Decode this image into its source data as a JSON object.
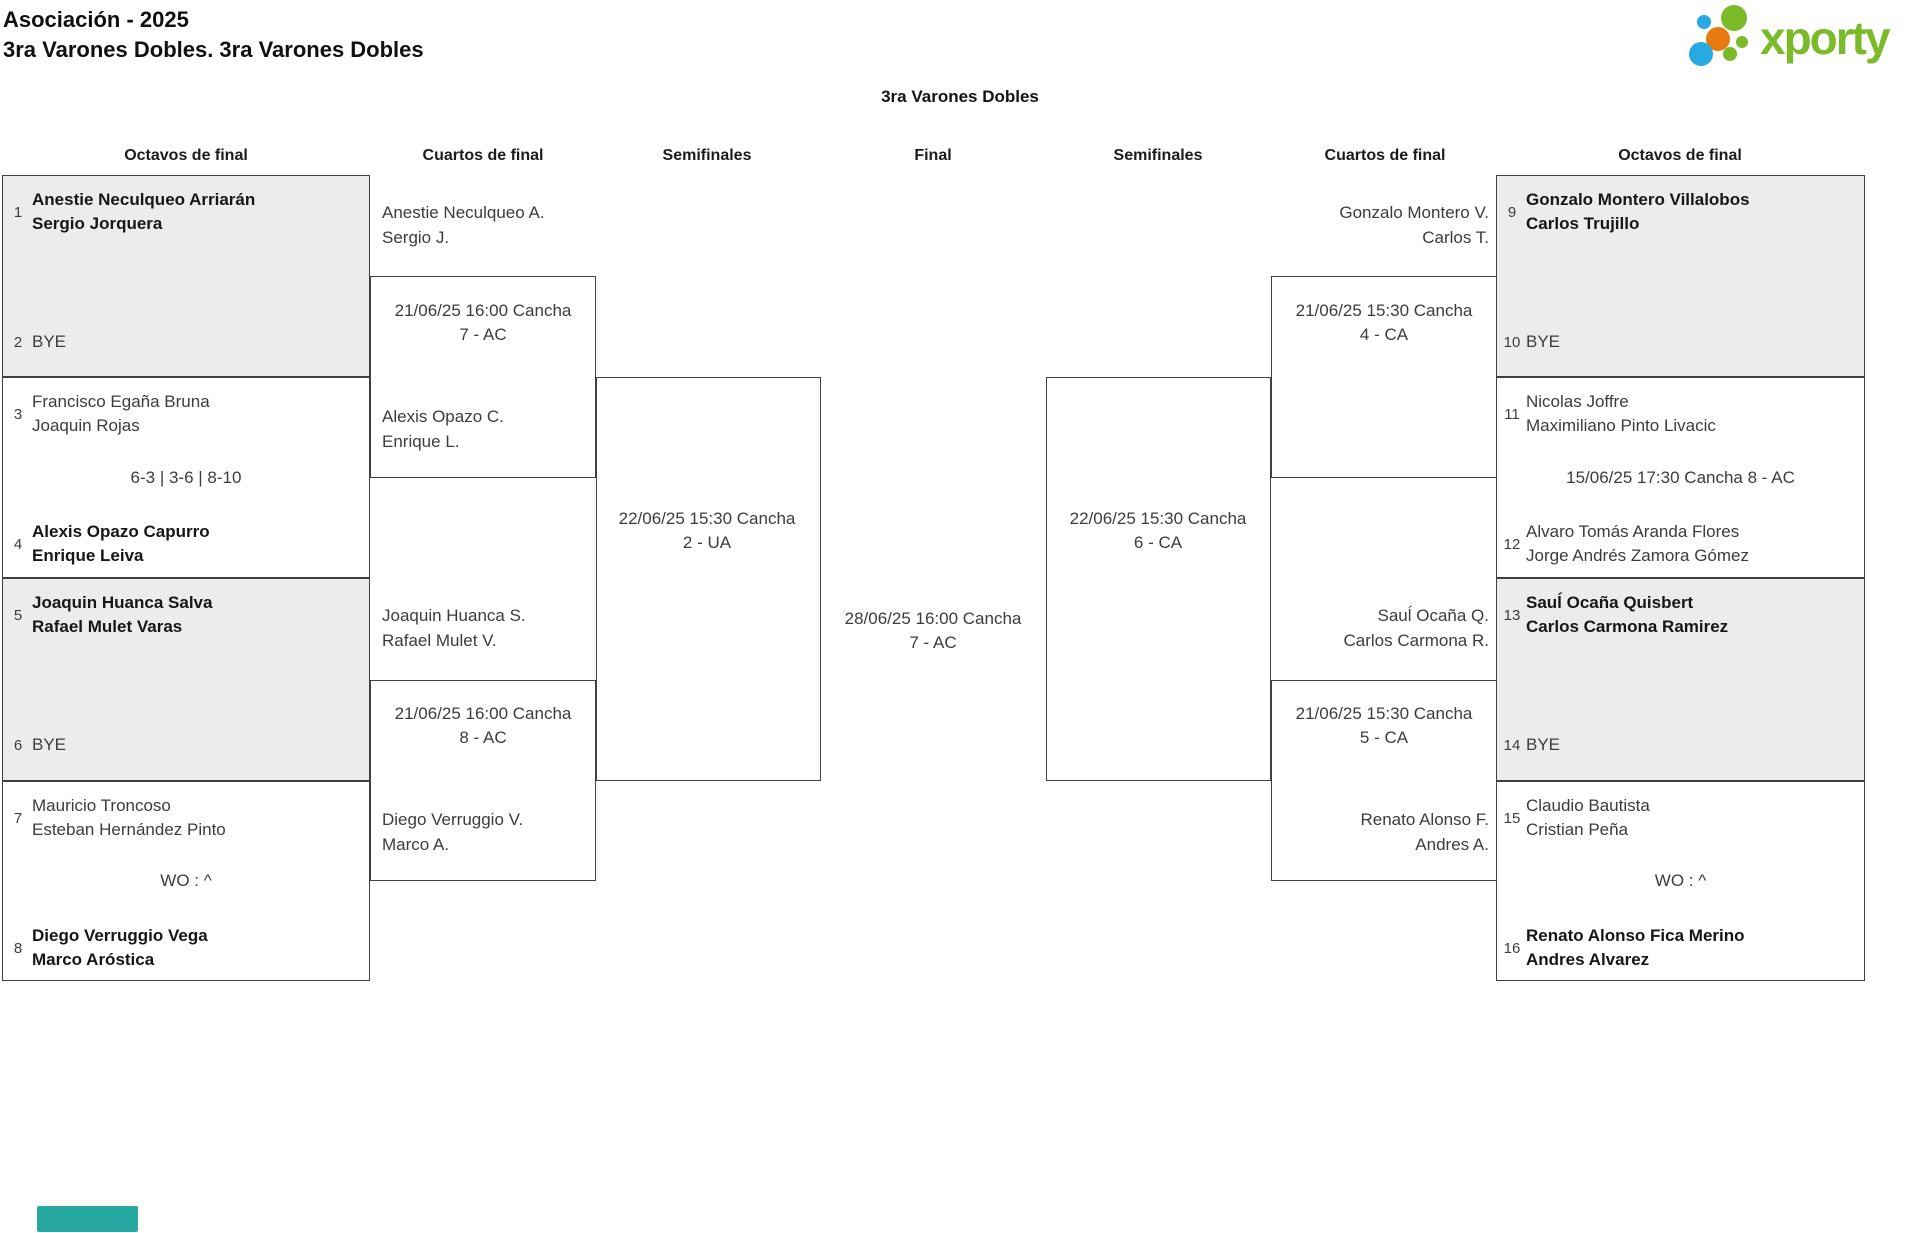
{
  "header": {
    "title_line1": "Asociación - 2025",
    "title_line2": "3ra Varones Dobles. 3ra Varones Dobles"
  },
  "logo": {
    "text": "xporty",
    "green": "#7bba28",
    "blue": "#29a9e1",
    "orange": "#e87a12"
  },
  "bracket": {
    "title": "3ra Varones Dobles",
    "round_headers": [
      "Octavos de final",
      "Cuartos de final",
      "Semifinales",
      "Final",
      "Semifinales",
      "Cuartos de final",
      "Octavos de final"
    ]
  },
  "octavos_left": [
    {
      "seed_top": "1",
      "team_top": "Anestie Neculqueo Arriarán\nSergio Jorquera",
      "score": "",
      "seed_bottom": "2",
      "team_bottom": "BYE",
      "winner": "top",
      "shaded": true
    },
    {
      "seed_top": "3",
      "team_top": "Francisco Egaña Bruna\nJoaquin Rojas",
      "score": "6-3 | 3-6 | 8-10",
      "seed_bottom": "4",
      "team_bottom": "Alexis Opazo Capurro\nEnrique Leiva",
      "winner": "bottom",
      "shaded": false
    },
    {
      "seed_top": "5",
      "team_top": "Joaquin Huanca Salva\nRafael Mulet Varas",
      "score": "",
      "seed_bottom": "6",
      "team_bottom": "BYE",
      "winner": "top",
      "shaded": true
    },
    {
      "seed_top": "7",
      "team_top": "Mauricio Troncoso\nEsteban Hernández Pinto",
      "score": "WO : ^",
      "seed_bottom": "8",
      "team_bottom": "Diego Verruggio Vega\nMarco Aróstica",
      "winner": "bottom",
      "shaded": false
    }
  ],
  "octavos_right": [
    {
      "seed_top": "9",
      "team_top": "Gonzalo Montero Villalobos\nCarlos Trujillo",
      "score": "",
      "seed_bottom": "10",
      "team_bottom": "BYE",
      "winner": "top",
      "shaded": true
    },
    {
      "seed_top": "11",
      "team_top": "Nicolas Joffre\nMaximiliano Pinto Livacic",
      "score": "15/06/25 17:30 Cancha 8 - AC",
      "seed_bottom": "12",
      "team_bottom": "Alvaro Tomás Aranda Flores\nJorge Andrés Zamora Gómez",
      "winner": "",
      "shaded": false
    },
    {
      "seed_top": "13",
      "team_top": "Sauĺ Ocaña Quisbert\nCarlos Carmona Ramirez",
      "score": "",
      "seed_bottom": "14",
      "team_bottom": "BYE",
      "winner": "top",
      "shaded": true
    },
    {
      "seed_top": "15",
      "team_top": "Claudio Bautista\nCristian Peña",
      "score": "WO : ^",
      "seed_bottom": "16",
      "team_bottom": "Renato Alonso Fica Merino\nAndres Alvarez",
      "winner": "bottom",
      "shaded": false
    }
  ],
  "cuartos_left": [
    {
      "team_top": "Anestie Neculqueo A.\nSergio J.",
      "schedule": "21/06/25 16:00 Cancha 7 - AC",
      "team_bottom": "Alexis Opazo C.\nEnrique L."
    },
    {
      "team_top": "Joaquin Huanca S.\nRafael Mulet V.",
      "schedule": "21/06/25 16:00 Cancha 8 - AC",
      "team_bottom": "Diego Verruggio V.\nMarco A."
    }
  ],
  "cuartos_right": [
    {
      "team_top": "Gonzalo Montero V.\nCarlos T.",
      "schedule": "21/06/25 15:30 Cancha 4 - CA",
      "team_bottom": ""
    },
    {
      "team_top": "Sauĺ Ocaña Q.\nCarlos Carmona R.",
      "schedule": "21/06/25 15:30 Cancha 5 - CA",
      "team_bottom": "Renato Alonso F.\nAndres A."
    }
  ],
  "semifinales": {
    "left_schedule": "22/06/25 15:30 Cancha 2 - UA",
    "right_schedule": "22/06/25 15:30 Cancha 6 - CA"
  },
  "final": {
    "schedule": "28/06/25 16:00 Cancha 7 - AC"
  },
  "accent": {
    "teal_bar": "#28a8a2"
  }
}
